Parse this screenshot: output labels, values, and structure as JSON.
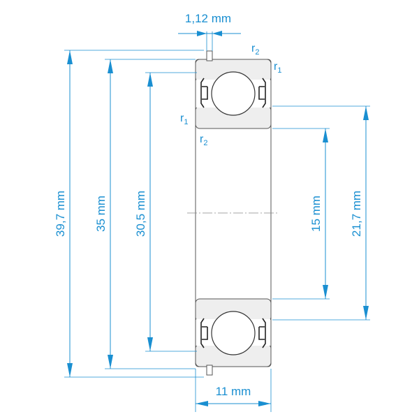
{
  "diagram": {
    "dimensions": {
      "outer_diameter": "39,7 mm",
      "diameter_35": "35 mm",
      "diameter_30_5": "30,5 mm",
      "bore": "15 mm",
      "inner_ring_diameter": "21,7 mm",
      "width": "11 mm",
      "groove_width": "1,12 mm"
    },
    "radius_labels": {
      "r1": {
        "main": "r",
        "sub": "1"
      },
      "r2": {
        "main": "r",
        "sub": "2"
      }
    },
    "colors": {
      "dimension": "#1a8fd1",
      "outline": "#555555"
    }
  }
}
